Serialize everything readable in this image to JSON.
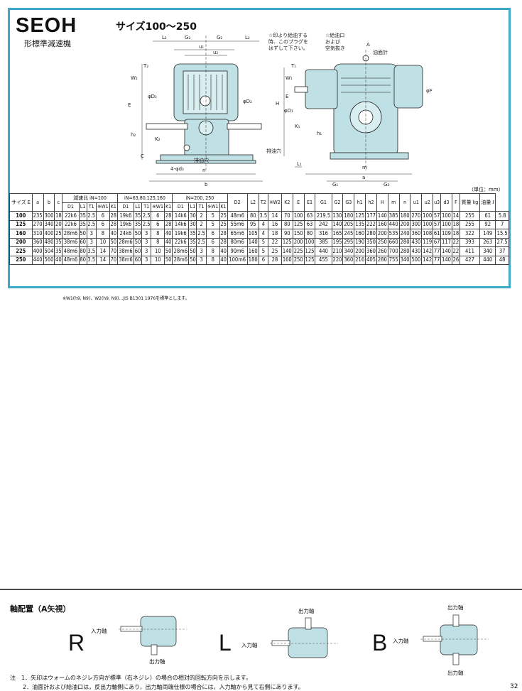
{
  "header": {
    "title": "SEOH",
    "subtitle": "形標準減速機",
    "sizes": "サイズ100～250",
    "unit": "（単位：mm）"
  },
  "drawing": {
    "labels": [
      "L2",
      "G2",
      "G2",
      "L2",
      "u1",
      "u1",
      "u2",
      "T2",
      "W2",
      "φD2",
      "E",
      "K2",
      "h2",
      "C",
      "4-φd3",
      "n",
      "b",
      "F",
      "φD1",
      "φD1",
      "T1",
      "W1",
      "H",
      "K1",
      "h1",
      "L1",
      "m",
      "a",
      "G1",
      "G3"
    ],
    "notes": [
      "☆印より給油する時、このプラグをはずして下さい。",
      "☆給油口および空気抜き",
      "A",
      "油面計",
      "排油穴",
      "排油穴"
    ]
  },
  "table": {
    "group_headers": [
      "減速比 iN=100",
      "iN=63,80,125,160",
      "iN=200, 250"
    ],
    "columns": [
      "サイズ E",
      "a",
      "b",
      "c",
      "D1",
      "L1",
      "T1",
      "※W1",
      "K1",
      "D1",
      "L1",
      "T1",
      "※W1",
      "K1",
      "D1",
      "L1",
      "T1",
      "※W1",
      "K1",
      "D2",
      "L2",
      "T2",
      "※W2",
      "K2",
      "E",
      "E1",
      "G1",
      "G2",
      "G3",
      "h1",
      "h2",
      "H",
      "m",
      "n",
      "u1",
      "u2",
      "u3",
      "d3",
      "F",
      "質量 kg",
      "油量 ℓ"
    ],
    "rows": [
      [
        "100",
        "235",
        "300",
        "18",
        "22k6",
        "35",
        "2.5",
        "6",
        "28",
        "19k6",
        "35",
        "2.5",
        "6",
        "28",
        "14k6",
        "30",
        "2",
        "5",
        "25",
        "48m6",
        "80",
        "3.5",
        "14",
        "70",
        "100",
        "63",
        "219.5",
        "130",
        "180",
        "125",
        "177",
        "140",
        "385",
        "180",
        "270",
        "100",
        "57",
        "100",
        "14",
        "255",
        "61",
        "5.8"
      ],
      [
        "125",
        "270",
        "340",
        "20",
        "22k6",
        "35",
        "2.5",
        "6",
        "28",
        "19k6",
        "35",
        "2.5",
        "6",
        "28",
        "14k6",
        "30",
        "2",
        "5",
        "25",
        "55m6",
        "95",
        "4",
        "16",
        "80",
        "125",
        "63",
        "242",
        "140",
        "205",
        "135",
        "222",
        "160",
        "440",
        "200",
        "300",
        "100",
        "57",
        "100",
        "18",
        "255",
        "92",
        "7"
      ],
      [
        "160",
        "310",
        "400",
        "25",
        "28m6",
        "50",
        "3",
        "8",
        "40",
        "24k6",
        "50",
        "3",
        "8",
        "40",
        "19k6",
        "35",
        "2.5",
        "6",
        "28",
        "65m6",
        "105",
        "4",
        "18",
        "90",
        "150",
        "80",
        "316",
        "165",
        "245",
        "160",
        "280",
        "200",
        "535",
        "240",
        "360",
        "108",
        "61",
        "109",
        "18",
        "322",
        "149",
        "15.5"
      ],
      [
        "200",
        "360",
        "480",
        "35",
        "38m6",
        "60",
        "3",
        "10",
        "50",
        "28m6",
        "50",
        "3",
        "8",
        "40",
        "22k6",
        "35",
        "2.5",
        "6",
        "28",
        "80m6",
        "140",
        "5",
        "22",
        "125",
        "200",
        "100",
        "385",
        "195",
        "295",
        "190",
        "350",
        "250",
        "660",
        "280",
        "430",
        "119",
        "67",
        "117",
        "22",
        "393",
        "263",
        "27.5"
      ],
      [
        "225",
        "400",
        "504",
        "35",
        "48m6",
        "80",
        "3.5",
        "14",
        "70",
        "38m6",
        "60",
        "3",
        "10",
        "50",
        "28m6",
        "50",
        "3",
        "8",
        "40",
        "90m6",
        "160",
        "5",
        "25",
        "140",
        "225",
        "125",
        "440",
        "210",
        "340",
        "200",
        "360",
        "260",
        "700",
        "280",
        "430",
        "142",
        "77",
        "140",
        "22",
        "411",
        "340",
        "37"
      ],
      [
        "250",
        "440",
        "560",
        "40",
        "48m6",
        "80",
        "3.5",
        "14",
        "70",
        "38m6",
        "60",
        "3",
        "10",
        "50",
        "28m6",
        "50",
        "3",
        "8",
        "40",
        "100m6",
        "180",
        "6",
        "28",
        "160",
        "250",
        "125",
        "455",
        "220",
        "360",
        "216",
        "405",
        "280",
        "755",
        "340",
        "500",
        "142",
        "77",
        "140",
        "26",
        "427",
        "440",
        "48"
      ]
    ]
  },
  "footnote": "※W1(h9, N9)、W2(h9, N9)…JIS B1301 1976を標準とします。",
  "axis": {
    "title": "軸配置（A矢視）",
    "letters": [
      "R",
      "L",
      "B"
    ],
    "input_label": "入力軸",
    "output_label": "出力軸"
  },
  "notes": [
    "注　1．矢印はウォームのネジレ方向が標準（右ネジレ）の場合の相対的回転方向を示します。",
    "2．油面計および給油口は，反出力軸側にあり，出力軸両端仕様の場合には，入力軸から見て右側にあります。"
  ],
  "page_number": "32",
  "colors": {
    "frame": "#3fa7c8",
    "body": "#bfe0e4",
    "line": "#222222"
  }
}
